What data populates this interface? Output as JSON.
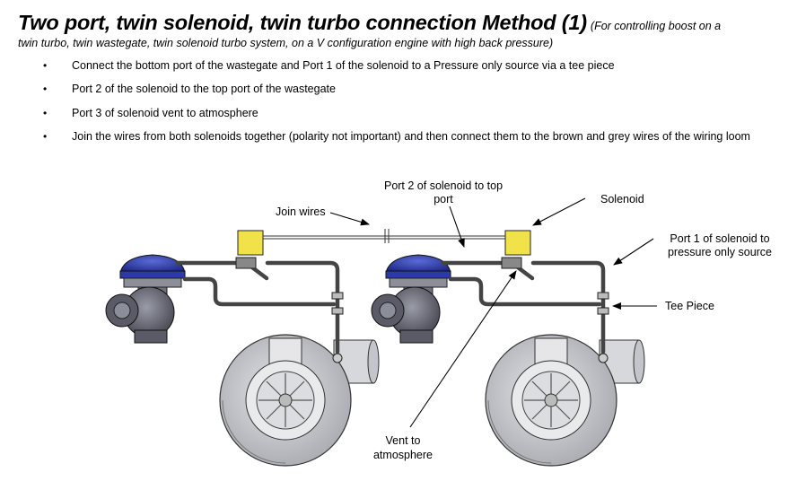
{
  "header": {
    "title": "Two port, twin solenoid, twin turbo connection Method (1)",
    "subtitle_part1": "(For controlling boost on a",
    "subtitle_part2": "twin turbo, twin wastegate, twin solenoid turbo system, on a V configuration engine with high back pressure)"
  },
  "bullets": [
    "Connect the bottom port of the wastegate and Port 1 of the solenoid to a Pressure only source via a tee piece",
    "Port 2 of the solenoid to the top port of the wastegate",
    "Port 3 of solenoid vent to atmosphere",
    "Join the wires from both solenoids together (polarity not important) and then connect them to the brown and grey wires of the wiring loom"
  ],
  "labels": {
    "join_wires": "Join wires",
    "port2_line1": "Port 2 of solenoid to top",
    "port2_line2": "port",
    "solenoid": "Solenoid",
    "port1_line1": "Port 1 of solenoid to",
    "port1_line2": "pressure only source",
    "tee_piece": "Tee Piece",
    "vent_line1": "Vent to",
    "vent_line2": "atmosphere"
  },
  "colors": {
    "solenoid": "#f2e24a",
    "wastegate_cap": "#2b3aa8",
    "metal": "#c9cacf",
    "hose": "#444444"
  }
}
